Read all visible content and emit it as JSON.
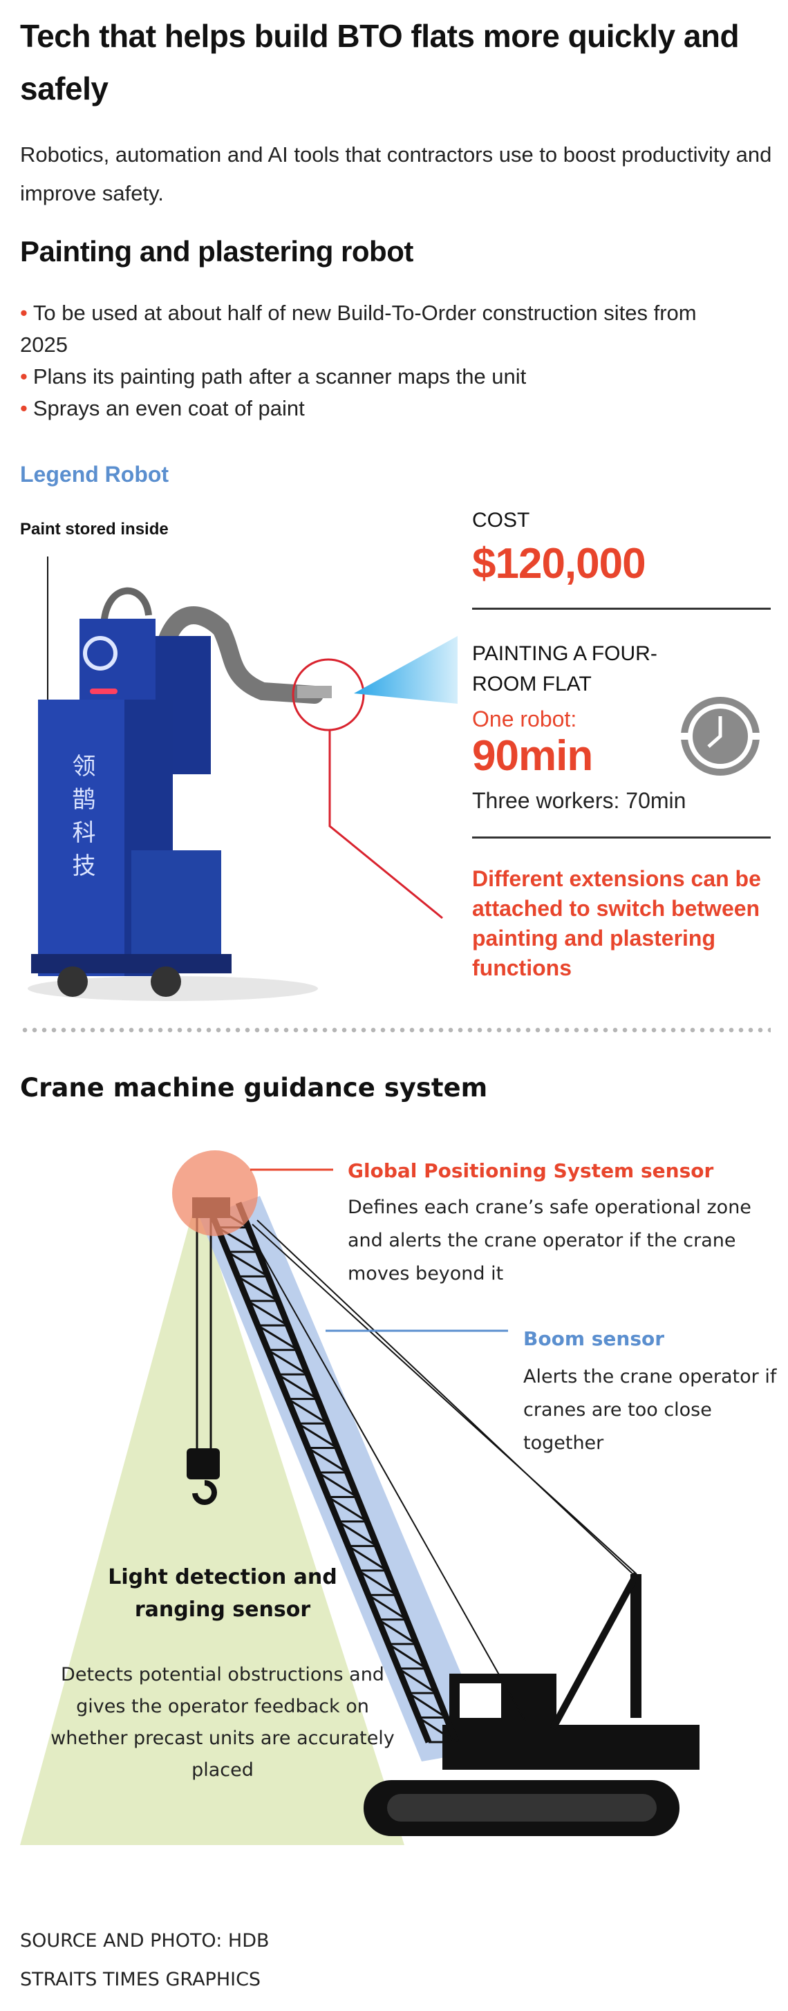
{
  "header": {
    "title": "Tech that helps build BTO flats more quickly and safely",
    "subtitle": "Robotics, automation and AI tools that contractors use to boost productivity and improve safety."
  },
  "robot_section": {
    "heading": "Painting and plastering robot",
    "bullets": [
      "To be used at about half of new Build-To-Order construction sites from 2025",
      "Plans its painting path after a scanner maps the unit",
      "Sprays an even coat of paint"
    ],
    "robot_name": "Legend Robot",
    "paint_label": "Paint stored inside",
    "cost_label": "COST",
    "cost_value": "$120,000",
    "painting_label": "PAINTING A FOUR-ROOM FLAT",
    "one_robot_label": "One robot:",
    "one_robot_value": "90min",
    "three_workers": "Three workers: 70min",
    "extensions_note": "Different extensions can be attached to switch between painting and plastering functions",
    "robot_logo_text": "领鹊科技",
    "clock_icon": "clock-icon"
  },
  "crane_section": {
    "heading": "Crane machine guidance system",
    "gps_title": "Global Positioning System sensor",
    "gps_text": "Defines each crane’s safe operational zone and alerts the crane operator if the crane moves beyond it",
    "boom_title": "Boom sensor",
    "boom_text": "Alerts the crane operator if cranes are too close together",
    "lidar_title": "Light detection and ranging sensor",
    "lidar_text": "Detects potential obstructions and gives the operator feedback on whether precast units are accurately placed"
  },
  "footer": {
    "source": "SOURCE AND PHOTO: HDB",
    "credit": "STRAITS TIMES GRAPHICS"
  },
  "colors": {
    "accent_red": "#e8452c",
    "accent_blue": "#5b8fcf",
    "robot_blue": "#1f3a9e",
    "lidar_green": "#e3ecc4",
    "boom_blue": "#bccfec"
  }
}
